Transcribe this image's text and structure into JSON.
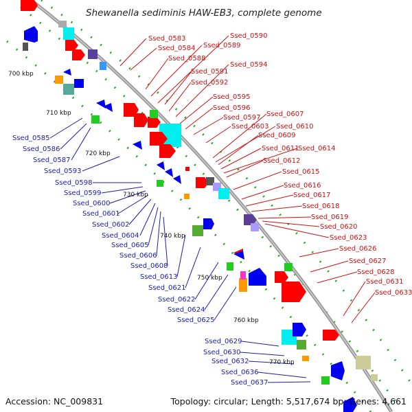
{
  "title": "Shewanella sediminis HAW-EB3, complete genome",
  "footer": {
    "accession": "Accession: NC_009831",
    "topology": "Topology: circular; Length: 5,517,674 bp; Genes: 4,661"
  },
  "ticks": [
    "700 kbp",
    "710 kbp",
    "720 kbp",
    "730 kbp",
    "740 kbp",
    "750 kbp",
    "760 kbp",
    "770 kbp"
  ],
  "labels_forward": [
    "Ssed_0583",
    "Ssed_0584",
    "Ssed_0588",
    "Ssed_0589",
    "Ssed_0590",
    "Ssed_0591",
    "Ssed_0592",
    "Ssed_0594",
    "Ssed_0595",
    "Ssed_0596",
    "Ssed_0597",
    "Ssed_0603",
    "Ssed_0607",
    "Ssed_0610",
    "Ssed_0609",
    "Ssed_0611",
    "Ssed_0614",
    "Ssed_0612",
    "Ssed_0615",
    "Ssed_0616",
    "Ssed_0617",
    "Ssed_0618",
    "Ssed_0619",
    "Ssed_0620",
    "Ssed_0623",
    "Ssed_0626",
    "Ssed_0627",
    "Ssed_0628",
    "Ssed_0631",
    "Ssed_0633"
  ],
  "labels_reverse": [
    "Ssed_0585",
    "Ssed_0586",
    "Ssed_0587",
    "Ssed_0593",
    "Ssed_0598",
    "Ssed_0599",
    "Ssed_0600",
    "Ssed_0601",
    "Ssed_0602",
    "Ssed_0604",
    "Ssed_0605",
    "Ssed_0606",
    "Ssed_0608",
    "Ssed_0613",
    "Ssed_0621",
    "Ssed_0622",
    "Ssed_0624",
    "Ssed_0625",
    "Ssed_0629",
    "Ssed_0630",
    "Ssed_0632",
    "Ssed_0636",
    "Ssed_0637"
  ],
  "colors": {
    "forward": "#ff0000",
    "reverse": "#0000ee",
    "backbone": "#999999",
    "gc_dots": "#22aa22"
  }
}
